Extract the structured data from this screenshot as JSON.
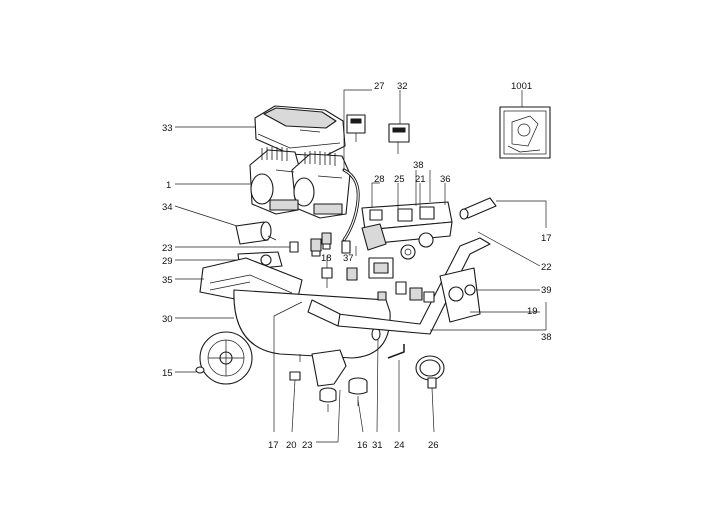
{
  "diagram": {
    "callouts": {
      "c33": "33",
      "c1": "1",
      "c34": "34",
      "c23a": "23",
      "c29": "29",
      "c35": "35",
      "c30": "30",
      "c15": "15",
      "c27": "27",
      "c32": "32",
      "c1001": "1001",
      "c38a": "38",
      "c28": "28",
      "c25": "25",
      "c21": "21",
      "c36": "36",
      "c17a": "17",
      "c22": "22",
      "c39": "39",
      "c19": "19",
      "c38b": "38",
      "c18": "18",
      "c37": "37",
      "c17b": "17",
      "c20": "20",
      "c23b": "23",
      "c16": "16",
      "c31": "31",
      "c24": "24",
      "c26": "26"
    }
  }
}
